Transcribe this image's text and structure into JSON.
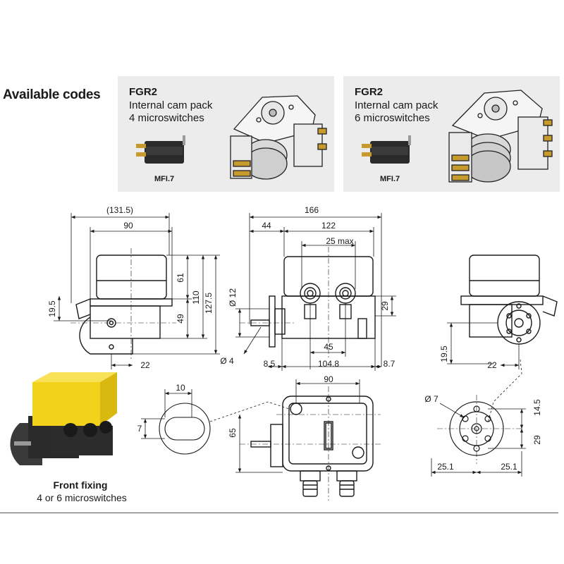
{
  "heading": "Available codes",
  "cards": [
    {
      "code": "FGR2",
      "line1": "Internal cam pack",
      "line2": "4 microswitches",
      "switch_label": "MFI.7"
    },
    {
      "code": "FGR2",
      "line1": "Internal cam pack",
      "line2": "6 microswitches",
      "switch_label": "MFI.7"
    }
  ],
  "front_fixing": {
    "title": "Front fixing",
    "subtitle": "4 or 6 microswitches"
  },
  "colors": {
    "housing_yellow": "#f2d21b",
    "card_bg": "#ececec",
    "line": "#1a1a1a"
  },
  "dimensions": {
    "side_131_5": "(131.5)",
    "side_90": "90",
    "side_19_5": "19.5",
    "side_61": "61",
    "side_49": "49",
    "side_110": "110",
    "side_127_5": "127.5",
    "side_22": "22",
    "front_166": "166",
    "front_44": "44",
    "front_122": "122",
    "front_25max": "25 max",
    "front_dia12": "Ø 12",
    "front_29": "29",
    "front_45": "45",
    "front_dia4": "Ø 4",
    "front_8_5": "8.5",
    "front_104_8": "104.8",
    "front_8_7": "8.7",
    "right_19_5": "19.5",
    "right_22": "22",
    "slot_10": "10",
    "slot_7": "7",
    "top_90": "90",
    "top_65": "65",
    "flange_dia7": "Ø 7",
    "flange_14_5": "14.5",
    "flange_29": "29",
    "flange_25_1a": "25.1",
    "flange_25_1b": "25.1"
  }
}
